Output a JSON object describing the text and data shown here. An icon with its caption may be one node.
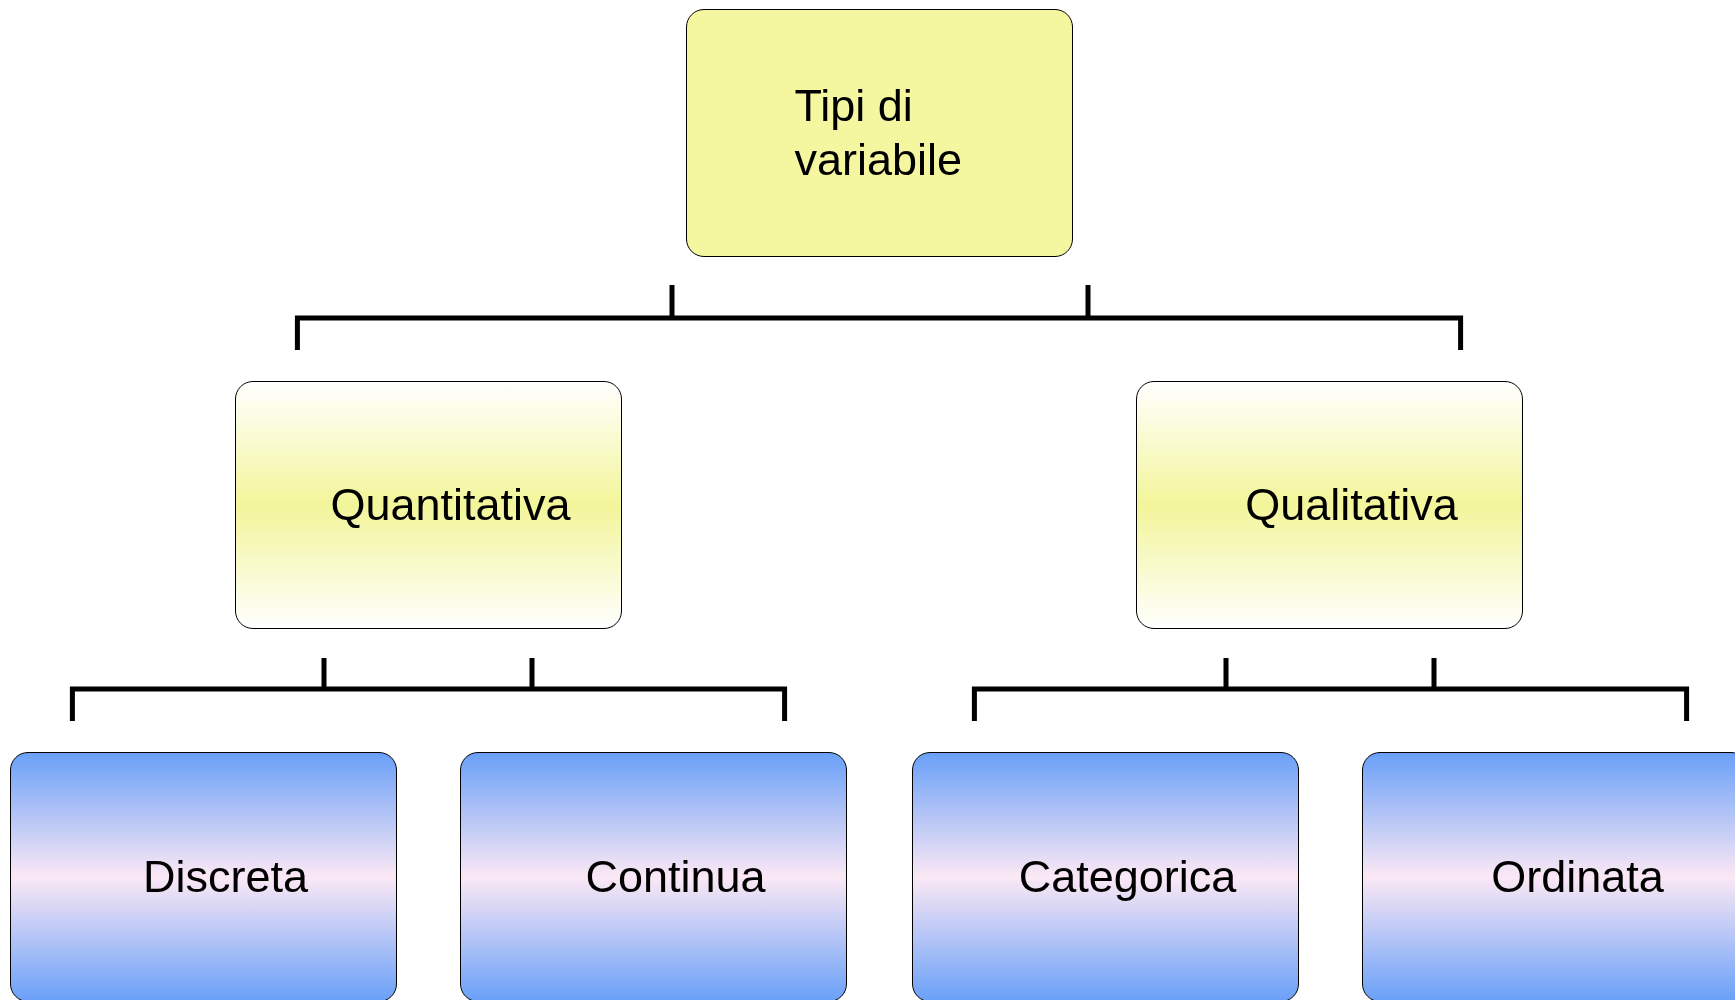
{
  "diagram": {
    "nodes": [
      {
        "text": [
          "Tipi di variabile"
        ]
      },
      {
        "text": [
          "Quantitativa"
        ]
      },
      {
        "text": [
          "Qualitativa"
        ]
      },
      {
        "text": [
          "Discreta"
        ]
      },
      {
        "text": [
          "Continua"
        ]
      },
      {
        "text": [
          "Categorica"
        ]
      },
      {
        "text": [
          "Ordinata"
        ]
      }
    ],
    "edges": [
      {
        "from": 0,
        "to": 1,
        "arrow": "none"
      },
      {
        "from": 0,
        "to": 2,
        "arrow": "none"
      },
      {
        "from": 1,
        "to": 3,
        "arrow": "none"
      },
      {
        "from": 1,
        "to": 4,
        "arrow": "none"
      },
      {
        "from": 2,
        "to": 5,
        "arrow": "none"
      },
      {
        "from": 2,
        "to": 6,
        "arrow": "none"
      }
    ]
  }
}
